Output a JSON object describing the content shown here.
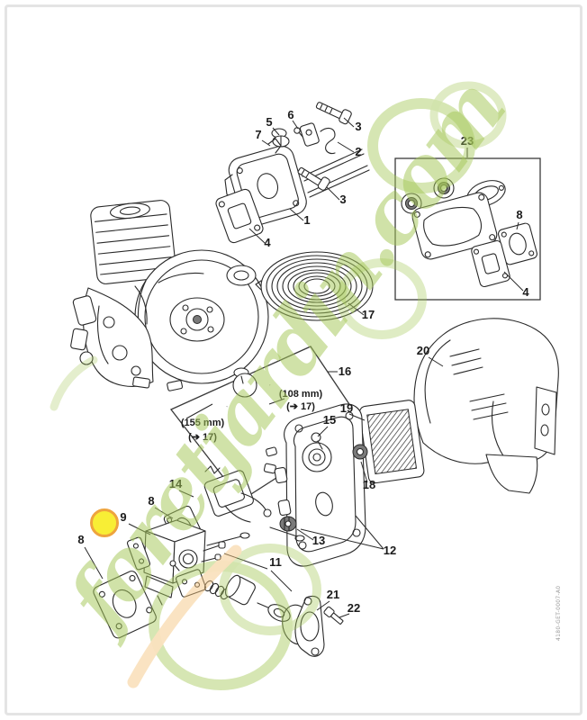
{
  "page": {
    "background": "#ffffff",
    "frame_color": "#e4e4e4",
    "doc_code": "4180-GET-0007-A0"
  },
  "watermark": {
    "text": "foretjardin.com",
    "green": "#a4c858",
    "orange": "#f6c583"
  },
  "highlight": {
    "label": "9",
    "fill": "#f8ee35",
    "stroke": "#eea43e"
  },
  "callouts": {
    "c1": "1",
    "c2": "2",
    "c3a": "3",
    "c3b": "3",
    "c4a": "4",
    "c4b": "4",
    "c5": "5",
    "c6": "6",
    "c7": "7",
    "c8a": "8",
    "c8b": "8",
    "c8c": "8",
    "c9": "9",
    "c11": "11",
    "c12": "12",
    "c13": "13",
    "c14": "14",
    "c15": "15",
    "c16": "16",
    "c17": "17",
    "c18": "18",
    "c19": "19",
    "c20": "20",
    "c21": "21",
    "c22": "22",
    "c23": "23"
  },
  "annotations": {
    "hose_long_length": "(155 mm)",
    "hose_long_ref": "(➔ 17)",
    "hose_short_length": "(108 mm)",
    "hose_short_ref": "(➔ 17)"
  }
}
